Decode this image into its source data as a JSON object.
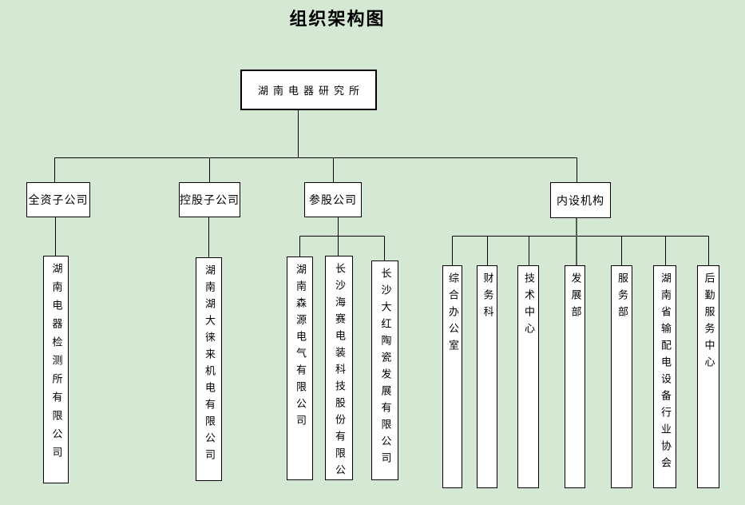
{
  "title": "组织架构图",
  "colors": {
    "background": "#d5e8d4",
    "node_fill": "#ffffff",
    "node_border": "#000000",
    "connector": "#000000",
    "thick_connector": "#4d5d52"
  },
  "org": {
    "root": {
      "label": "湖南电器研究所"
    },
    "branches": [
      {
        "label": "全资子公司",
        "children": [
          {
            "label": "湖南电器检测所有限公司"
          }
        ]
      },
      {
        "label": "控股子公司",
        "children": [
          {
            "label": "湖南湖大徕来机电有限公司"
          }
        ]
      },
      {
        "label": "参股公司",
        "children": [
          {
            "label": "湖南森源电气有限公司"
          },
          {
            "label": "长沙海赛电装科技股份有限公"
          },
          {
            "label": "长沙大红陶瓷发展有限公司"
          }
        ]
      },
      {
        "label": "内设机构",
        "children": [
          {
            "label": "综合办公室"
          },
          {
            "label": "财务科"
          },
          {
            "label": "技术中心"
          },
          {
            "label": "发展部"
          },
          {
            "label": "服务部"
          },
          {
            "label": "湖南省输配电设备行业协会"
          },
          {
            "label": "后勤服务中心"
          }
        ]
      }
    ]
  }
}
